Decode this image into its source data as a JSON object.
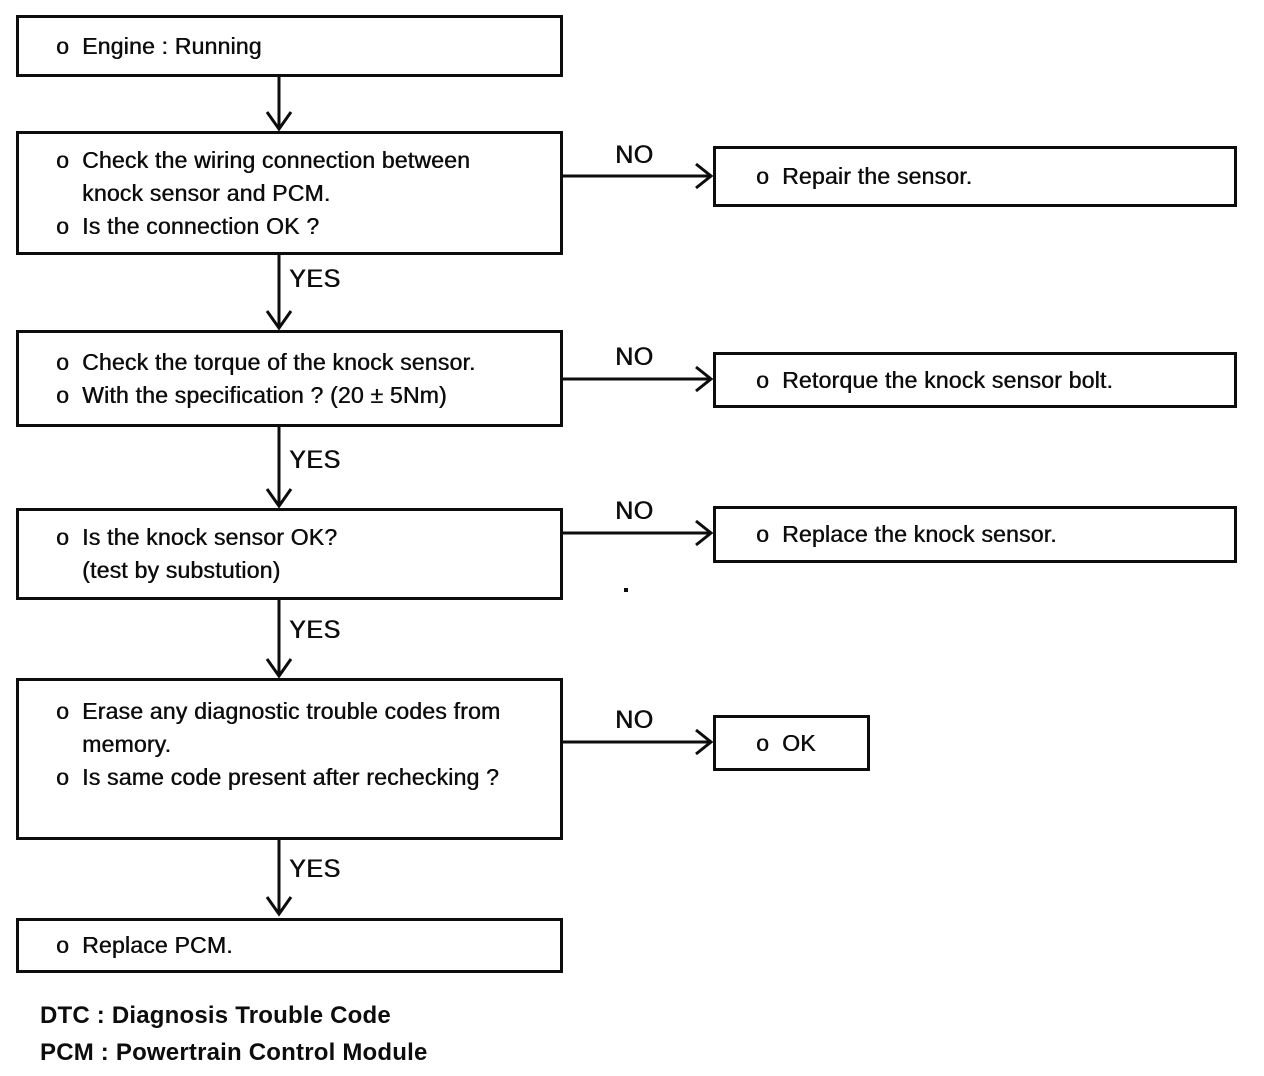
{
  "page": {
    "background": "#ffffff",
    "ink": "#0d0d0d",
    "description": "Knock sensor DTC diagnostic flowchart"
  },
  "flow": {
    "labels": {
      "yes": "YES",
      "no": "NO"
    },
    "nodes": [
      {
        "id": "engine-running",
        "items": [
          {
            "bullet": "o",
            "text": "Engine : Running"
          }
        ]
      },
      {
        "id": "check-wiring",
        "items": [
          {
            "bullet": "o",
            "text": "Check the wiring connection between\nknock sensor and PCM."
          },
          {
            "bullet": "o",
            "text": "Is the connection OK ?"
          }
        ]
      },
      {
        "id": "check-torque",
        "items": [
          {
            "bullet": "o",
            "text": "Check the torque of the knock sensor."
          },
          {
            "bullet": "o",
            "text": "With the specification ? (20 ± 5Nm)"
          }
        ]
      },
      {
        "id": "knock-sensor-ok",
        "items": [
          {
            "bullet": "o",
            "text": "Is the knock sensor OK?\n(test by substution)"
          }
        ]
      },
      {
        "id": "erase-dtc",
        "items": [
          {
            "bullet": "o",
            "text": "Erase any diagnostic trouble codes from\nmemory."
          },
          {
            "bullet": "o",
            "text": "Is same code present after rechecking ?"
          }
        ]
      },
      {
        "id": "replace-pcm",
        "items": [
          {
            "bullet": "o",
            "text": "Replace PCM."
          }
        ]
      }
    ],
    "results": [
      {
        "id": "repair-sensor",
        "items": [
          {
            "bullet": "o",
            "text": "Repair the sensor."
          }
        ]
      },
      {
        "id": "retorque-bolt",
        "items": [
          {
            "bullet": "o",
            "text": "Retorque the knock sensor bolt."
          }
        ]
      },
      {
        "id": "replace-sensor",
        "items": [
          {
            "bullet": "o",
            "text": "Replace the knock sensor."
          }
        ]
      },
      {
        "id": "ok",
        "items": [
          {
            "bullet": "o",
            "text": "OK"
          }
        ]
      }
    ],
    "footer": {
      "line1": "DTC : Diagnosis Trouble Code",
      "line2": "PCM : Powertrain Control Module"
    }
  }
}
